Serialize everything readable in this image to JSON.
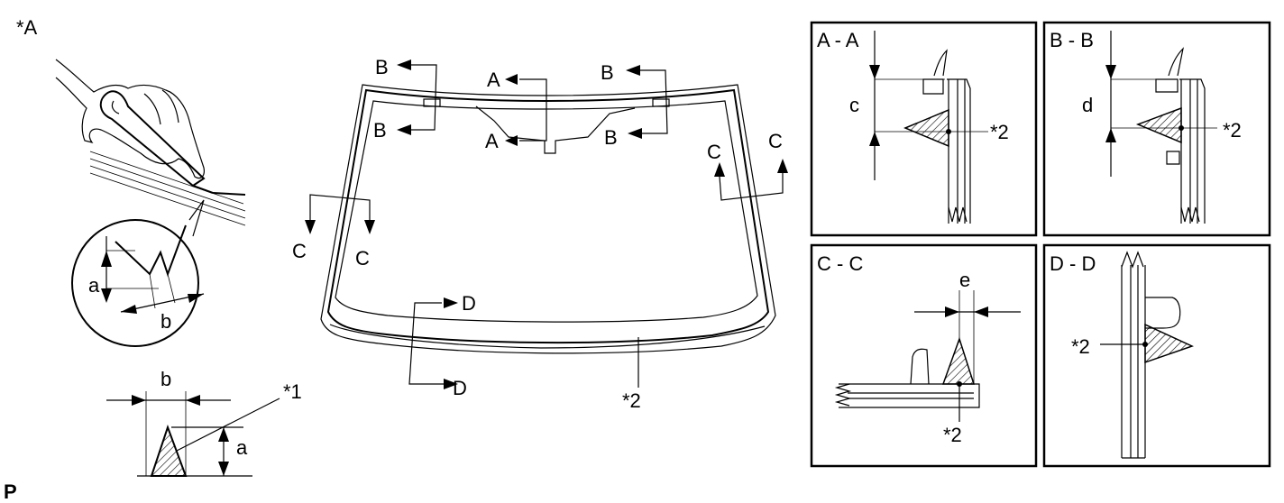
{
  "figure": {
    "corner_label": "*A",
    "footer_label": "P"
  },
  "hand_detail": {
    "dim_a": "a",
    "dim_b": "b"
  },
  "bead_profile": {
    "dim_b": "b",
    "dim_a": "a",
    "callout": "*1"
  },
  "windshield": {
    "section_A_top": "A",
    "section_A_bottom": "A",
    "section_B_top_left": "B",
    "section_B_bottom_left": "B",
    "section_B_top_right": "B",
    "section_B_bottom_right": "B",
    "section_C_left_1": "C",
    "section_C_left_2": "C",
    "section_C_right_1": "C",
    "section_C_right_2": "C",
    "section_D_top": "D",
    "section_D_bottom": "D",
    "callout": "*2"
  },
  "panels": {
    "aa": {
      "title": "A - A",
      "dim": "c",
      "callout": "*2"
    },
    "bb": {
      "title": "B - B",
      "dim": "d",
      "callout": "*2"
    },
    "cc": {
      "title": "C - C",
      "dim": "e",
      "callout": "*2"
    },
    "dd": {
      "title": "D - D",
      "callout": "*2"
    }
  }
}
